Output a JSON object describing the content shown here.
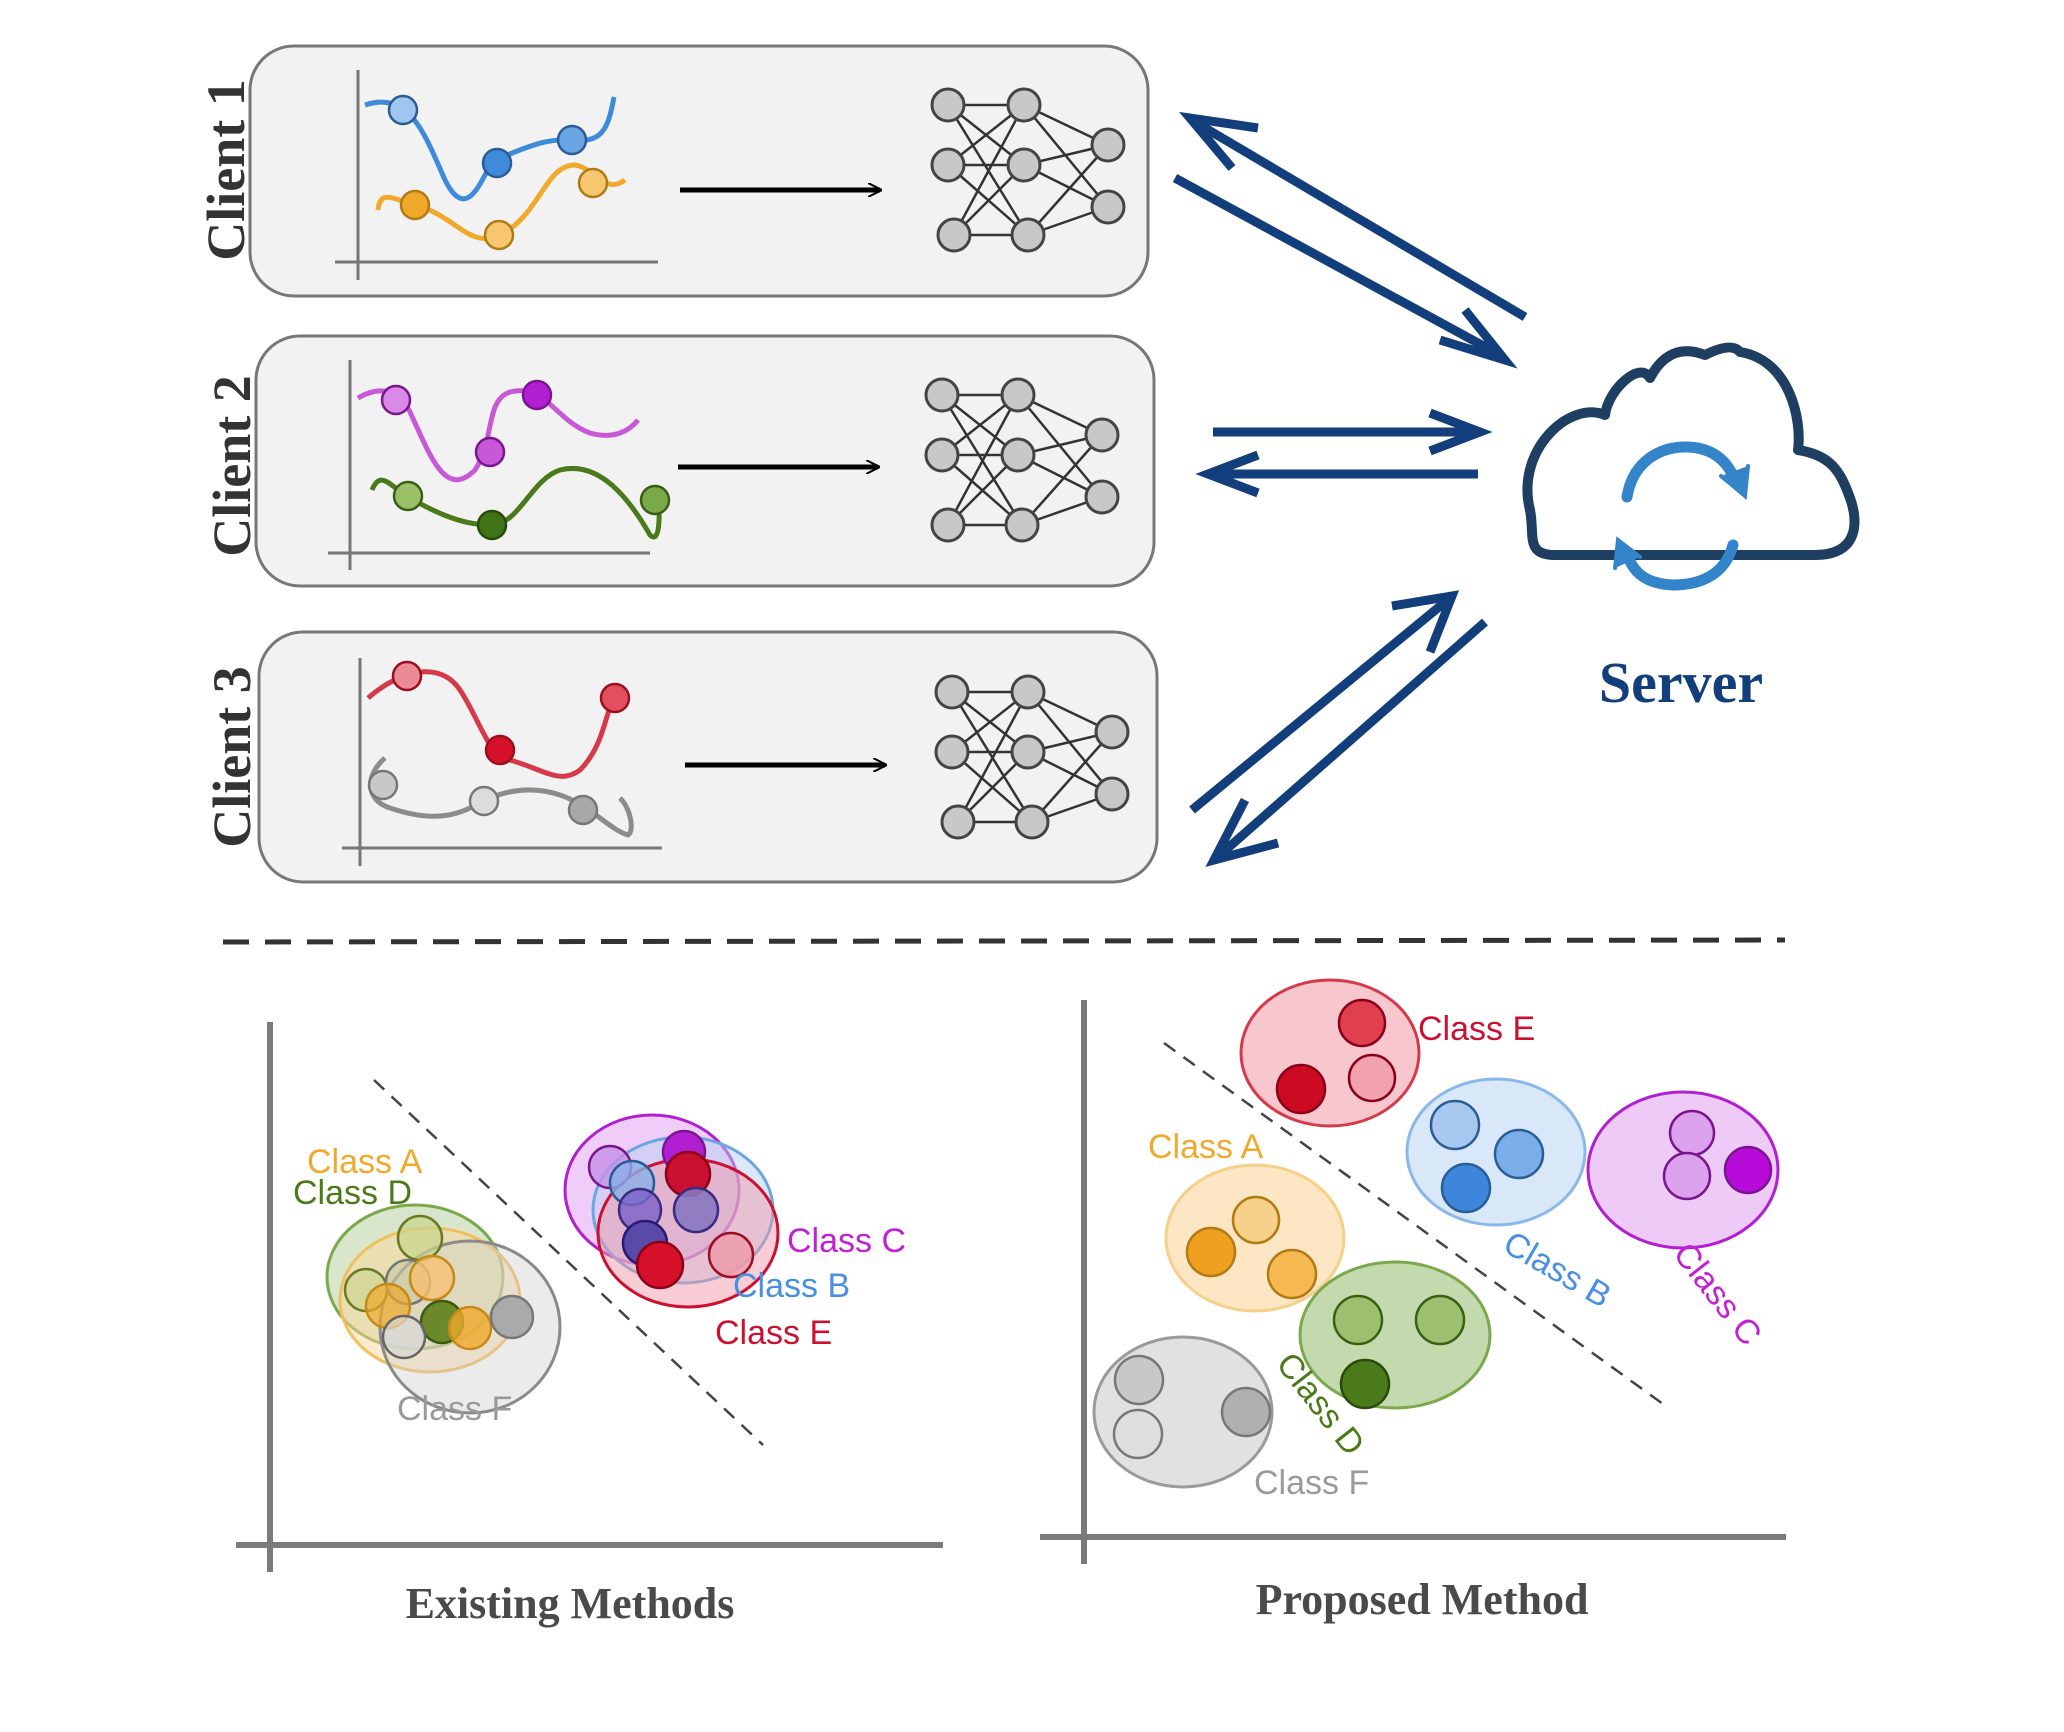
{
  "clients": [
    {
      "label": "Client 1",
      "curves": [
        {
          "color": "#3d8bd9"
        },
        {
          "color": "#f0a92a"
        }
      ]
    },
    {
      "label": "Client 2",
      "curves": [
        {
          "color": "#c758d6"
        },
        {
          "color": "#4b7a1a"
        }
      ]
    },
    {
      "label": "Client 3",
      "curves": [
        {
          "color": "#d63a4a"
        },
        {
          "color": "#8c8c8c"
        }
      ]
    }
  ],
  "server": {
    "label": "Server",
    "icon": "cloud-sync-icon",
    "color": "#123e7c"
  },
  "panels": {
    "existing": {
      "caption": "Existing Methods",
      "classes": {
        "A": "Class A",
        "B": "Class B",
        "C": "Class C",
        "D": "Class D",
        "E": "Class E",
        "F": "Class F"
      }
    },
    "proposed": {
      "caption": "Proposed Method",
      "classes": {
        "A": "Class A",
        "B": "Class B",
        "C": "Class C",
        "D": "Class D",
        "E": "Class E",
        "F": "Class F"
      }
    }
  },
  "colors": {
    "class_a": "#f0a92a",
    "class_b": "#3d8bd9",
    "class_c": "#c21fd6",
    "class_d": "#4b7a1a",
    "class_e": "#cc1030",
    "class_f": "#9a9a9a",
    "arrow": "#123e7c",
    "panel_bg": "#f2f2f2"
  }
}
